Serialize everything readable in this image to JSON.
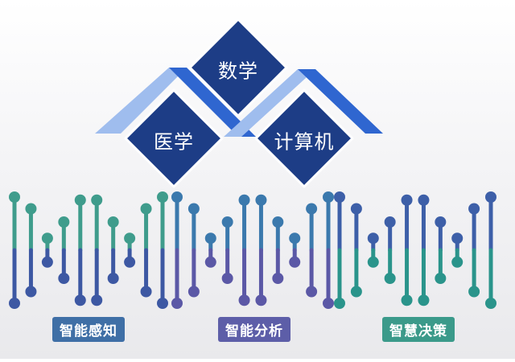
{
  "disciplines": [
    {
      "id": "medicine",
      "label": "医学"
    },
    {
      "id": "mathematics",
      "label": "数学"
    },
    {
      "id": "computer-science",
      "label": "计算机"
    }
  ],
  "capabilities": [
    {
      "id": "perception",
      "label": "智能感知",
      "badge_color": "#3f6fa6",
      "top_color": "#3f9c8c",
      "bottom_color": "#3d58a3"
    },
    {
      "id": "analysis",
      "label": "智能分析",
      "badge_color": "#5d5ea8",
      "top_color": "#3b79ad",
      "bottom_color": "#5b58a6"
    },
    {
      "id": "decision",
      "label": "智慧决策",
      "badge_color": "#3b9a8a",
      "top_color": "#3d5fa8",
      "bottom_color": "#2a948b"
    }
  ],
  "colors": {
    "diamond": "#1d3d86",
    "diamond_edge": "#ffffff",
    "roof_light": "#9fbdee",
    "roof_dark": "#2f66d0"
  }
}
